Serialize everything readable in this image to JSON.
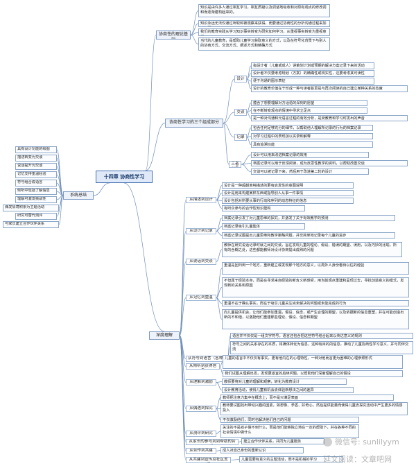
{
  "center": {
    "label": "十四章 协商性学习"
  },
  "branches": {
    "theory": {
      "label": "协商性的理论基础",
      "items": [
        "知识是由许多人通过相互学习，相互质疑以及调适地吸收和对原有观点的修改调和而逐渐建构起来的。",
        "知识永远无法仅通过听取和被观察来获得，而要通过协商性的分析沟通过程来加以证明。",
        "我们的教育实践从学习知识事实转变为研究如何学习，从重视事实转变为重视意义",
        "当代的儿童教育，是帮助儿童学习获取意义的方式，以及在符号化背景下与别人的协商方式、交流方式、阐述方式和精确方式"
      ]
    },
    "components": {
      "label": "协商性学习的三个组成部分",
      "design": {
        "label": "设计",
        "items": [
          "指设计者（儿童或成人）讲策划计划或预期的解决方案记录下来的活动",
          "设计者不仅要考虑规划（方案）的精确性或现实性，还要考虑其可读性",
          "便于沟通的图示表征",
          "设计的教育价值在于形成一种与读者甚至是与再次阅读的自己建立某种关系的态度"
        ]
      },
      "communication": {
        "label": "交谈",
        "items": [
          "蕴含了想要理解对方话语的深刻的愿望",
          "在不断转变观点的情境中寻求立足点",
          "是一种对沟通和元语言过程的有效分析，是受教育和学习时发出的声音"
        ]
      },
      "record": {
        "label": "记录",
        "items": [
          "包含任何足够充分的细节，以帮助他人理解所记录的行为的档案记录",
          "对学习过程中的表现加以实录和解释",
          "具有追溯功能"
        ]
      },
      "relation": {
        "label": "三者关系",
        "items": [
          "设计可以用来改进档案记录的效用",
          "档案记录可以用于反馈阅读，成为反思性教学的资料，以帮助改善交谈",
          "交谈可以被记录下来，然后用于改进第二轮的设计"
        ]
      }
    },
    "summary": {
      "label": "系统总结",
      "items": [
        "具有设计功能的绘图",
        "描述转变为交谈",
        "说话提升为交谈",
        "记忆支持重温经验",
        "符号组合成语言",
        "倾听中包括了解信息",
        "理解可激发挑战性",
        "偶发情境积累为主题活动",
        "研究可替代测评",
        "与家长建立合作伙伴关系"
      ]
    },
    "deep": {
      "label": "深度理解",
      "groups": [
        {
          "label": "从描述到设计",
          "items": [
            "设计是一种超越单纯描述的更有启发性的意图说明",
            "设计是用来构建某样东西或指导别人从事一件事情",
            "设计包括对所要从事的行动和序列的动态特征的信息",
            "有听众参与的合作性知识建构"
          ]
        },
        {
          "label": "从设计到记录",
          "items": [
            "档案记录引发了对儿童思维的探究，并激发了关于有效教学的预测",
            "档案记录吸引儿童集体",
            "档案记录试图提出儿童思维和教学策略问题，并非简单地记录每个儿童的进步"
          ]
        },
        {
          "label": "从说话到交谈",
          "items": [
            "教师在研究说话记录时就之间的交谈，旨在发现儿童的理论、假设、错误的期望、误用，以及巧妙的比喻，所有的含糊之处，这些都能教师对设计协商提出成熟的问题"
          ]
        },
        {
          "label": "从记忆到重温",
          "items": [
            "重温是回归到一个地方，重新建立或发现那个地方的意义，以局外人身份看待以往的经验",
            "不但属于经验本身，而是在寻求来自经验的新含义新感受，用当前观点重建和呈现过去，寻找创造意义的模式，发现新的关系和原因",
            "重温不在于确认事实，而在于吸引儿童关注尚未解决的问题或未能完成的行为",
            "向儿童提供机会，让他们能参加重温，假设、信念，或产生合理的期望，以及依据新的信息重塑，并在可能创造出新的不和谐，以激励他们重建那些理论、假设、信念和期望"
          ]
        },
        {
          "label": "从符号到语言（各种）",
          "items": [
            "语言并不仅仅是一组文字符号，语言还包含把这些符号结合起来以传达意义的规则",
            "符号之间的关系存在的本质，将媒体转化为信息，这种有目的的信息，推动了儿童协商性学习意义，并与同伴交流"
          ]
        },
        {
          "label": "从倾听到获得信息",
          "items": [
            "儿童的语言中不仅仅有事实，更有他内在的心理特性，一种对他而言更为困难的心理参照形式",
            "我们试图从理解出发，发现更适宜的后续问题，以帮助他们深度理解自己的假设"
          ]
        },
        {
          "label": "从理解到激励",
          "items": [
            "教师要将对儿童的理解和观察，转化为教育设计",
            "设计教育活动，使得儿童有机会去体验新想法之间的差异"
          ]
        },
        {
          "label": "从偶遇到探究",
          "items": [
            "教师把注意力集中在概念上，而不是只满足表面",
            "教师要试图找出带动兴趣的因素，如想像、矛盾、好奇心，然后提供能量而使得儿童去探究活动中产生更多的情感投入",
            "不仅激励他们，同时也解决他们自己的问题"
          ]
        },
        {
          "label": "从测评到研究",
          "items": [
            "关注的不是孩子做不到什么，而是他们能够独立地在一定的帮助下，并在各种不同的社会情境中做什么"
          ]
        },
        {
          "label": "从家长的参与到到帮助的合作",
          "items": [
            "建立合作伙伴关系，共同为儿童服务"
          ]
        },
        {
          "label": "从合作到共建",
          "items": [
            "成人对自己身份的重新认识"
          ]
        },
        {
          "label": "从共建到宣传及社区支持",
          "items": [
            "儿童需要有意义的主题活动，而不是机械的学习"
          ]
        }
      ]
    }
  },
  "watermark": {
    "line1": "微信号: sunlilyym",
    "line2": "延文阅读：文章吧网"
  }
}
